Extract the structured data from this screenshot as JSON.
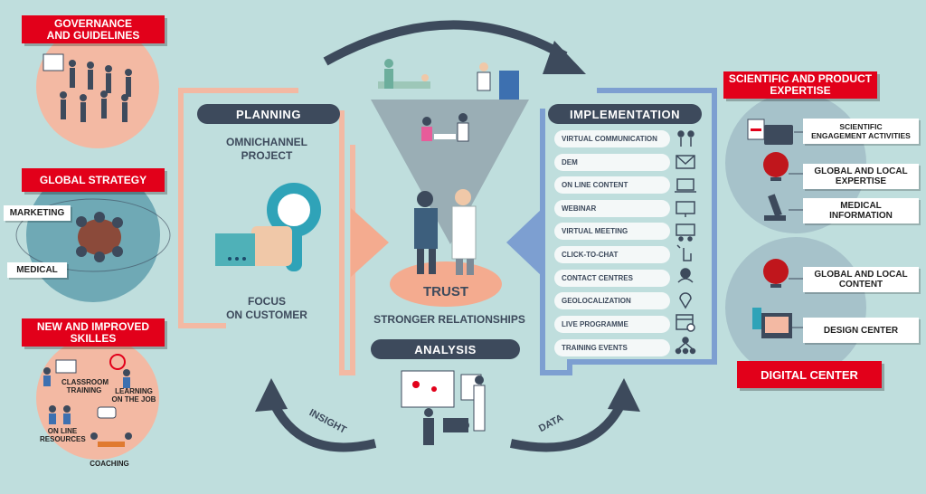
{
  "left": {
    "governance": "GOVERNANCE\nAND GUIDELINES",
    "global_strategy": "GLOBAL STRATEGY",
    "marketing": "MARKETING",
    "medical": "MEDICAL",
    "skills": "NEW AND IMPROVED\nSKILLES",
    "classroom": "CLASSROOM\nTRAINING",
    "learning": "LEARNING\nON THE JOB",
    "online_resources": "ON LINE\nRESOURCES",
    "coaching": "COACHING"
  },
  "center": {
    "planning": "PLANNING",
    "omnichannel": "OMNICHANNEL\nPROJECT",
    "focus": "FOCUS\nON CUSTOMER",
    "trust": "TRUST",
    "stronger": "STRONGER RELATIONSHIPS",
    "analysis": "ANALYSIS",
    "insight": "INSIGHT",
    "data": "DATA",
    "implementation": "IMPLEMENTATION"
  },
  "channels": [
    {
      "label": "VIRTUAL COMMUNICATION",
      "icon": "people-icon"
    },
    {
      "label": "DEM",
      "icon": "email-icon"
    },
    {
      "label": "ON LINE CONTENT",
      "icon": "laptop-icon"
    },
    {
      "label": "WEBINAR",
      "icon": "monitor-icon"
    },
    {
      "label": "VIRTUAL  MEETING",
      "icon": "meeting-icon"
    },
    {
      "label": "CLICK-TO-CHAT",
      "icon": "click-icon"
    },
    {
      "label": "CONTACT CENTRES",
      "icon": "headset-icon"
    },
    {
      "label": "GEOLOCALIZATION",
      "icon": "pin-icon"
    },
    {
      "label": "LIVE PROGRAMME",
      "icon": "calendar-icon"
    },
    {
      "label": "TRAINING EVENTS",
      "icon": "network-icon"
    }
  ],
  "right": {
    "sci_expertise": "SCIENTIFIC AND PRODUCT\nEXPERTISE",
    "sci_engagement": "SCIENTIFIC\nENGAGEMENT ACTIVITIES",
    "global_local_expertise": "GLOBAL AND LOCAL\nEXPERTISE",
    "medical_information": "MEDICAL\nINFORMATION",
    "global_local_content": "GLOBAL AND LOCAL\nCONTENT",
    "design_center": "DESIGN CENTER",
    "digital_center": "DIGITAL CENTER"
  },
  "colors": {
    "background": "#bfdedd",
    "red": "#e2001a",
    "navy": "#3d4a5c",
    "salmon": "#f0a98a",
    "blue": "#7d9fd1"
  }
}
